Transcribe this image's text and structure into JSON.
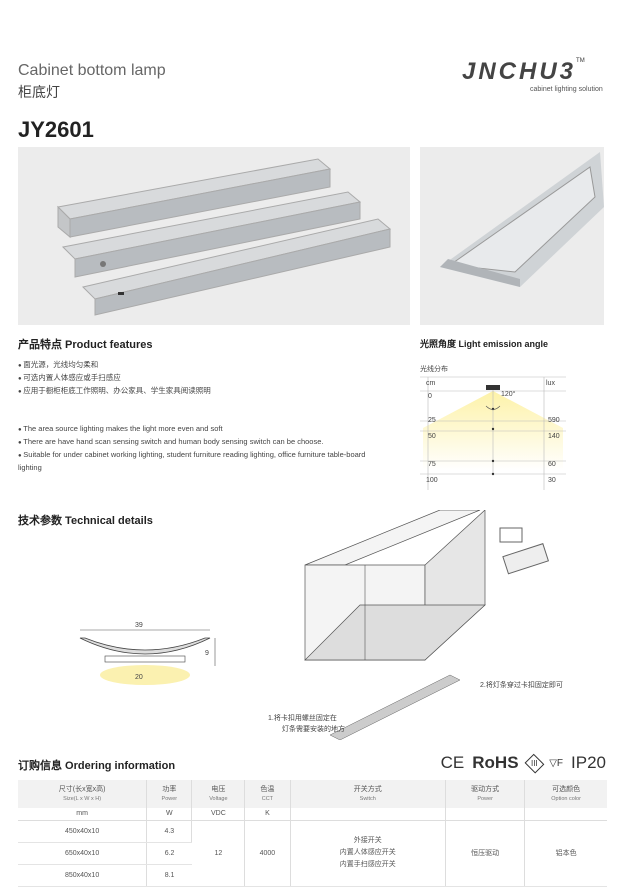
{
  "header": {
    "title_en": "Cabinet bottom lamp",
    "title_cn": "柜底灯",
    "logo_text": "JNCHU3",
    "logo_tm": "TM",
    "logo_sub": "cabinet lighting solution",
    "model": "JY2601"
  },
  "features": {
    "heading": "产品特点  Product features",
    "cn": [
      "面光源，光线均匀柔和",
      "可选内置人体感应或手扫感应",
      "应用于橱柜柜底工作照明、办公家具、学生家具阅读照明"
    ],
    "en": [
      "The area source lighting makes the light more even and soft",
      "There are have hand scan sensing switch and human body sensing switch can be choose.",
      "Suitable for under cabinet working lighting, student furniture reading lighting, office furniture table-board lighting"
    ]
  },
  "light": {
    "heading": "光照角度  Light emission angle",
    "chart_title": "光线分布",
    "unit_left": "cm",
    "unit_right": "lux",
    "angle": "120°",
    "rows": [
      {
        "cm": "0",
        "lux": ""
      },
      {
        "cm": "25",
        "lux": "590"
      },
      {
        "cm": "50",
        "lux": "140"
      },
      {
        "cm": "75",
        "lux": "60"
      },
      {
        "cm": "100",
        "lux": "30"
      }
    ]
  },
  "tech": {
    "heading": "技术参数  Technical details",
    "width": "39",
    "height": "9",
    "inner": "20",
    "note1a": "1.将卡扣用螺丝固定在",
    "note1b": "灯条需要安装的地方",
    "note2": "2.将灯条穿过卡扣固定即可"
  },
  "ordering": {
    "heading": "订购信息  Ordering information",
    "certs": [
      "CE",
      "RoHS",
      "III",
      "F",
      "IP20"
    ],
    "headers": [
      [
        "尺寸(长x宽x高)",
        "Size(L x W x H)"
      ],
      [
        "功率",
        "Power"
      ],
      [
        "电压",
        "Voltage"
      ],
      [
        "色温",
        "CCT"
      ],
      [
        "开关方式",
        "Switch"
      ],
      [
        "驱动方式",
        "Power"
      ],
      [
        "可选颜色",
        "Option color"
      ]
    ],
    "units": [
      "mm",
      "W",
      "VDC",
      "K",
      "",
      "",
      ""
    ],
    "rows": [
      [
        "450x40x10",
        "4.3"
      ],
      [
        "650x40x10",
        "6.2"
      ],
      [
        "850x40x10",
        "8.1"
      ]
    ],
    "voltage": "12",
    "cct": "4000",
    "switch": [
      "外接开关",
      "内置人体感应开关",
      "内置手扫感应开关"
    ],
    "driver": "恒压驱动",
    "color": "铝本色"
  }
}
